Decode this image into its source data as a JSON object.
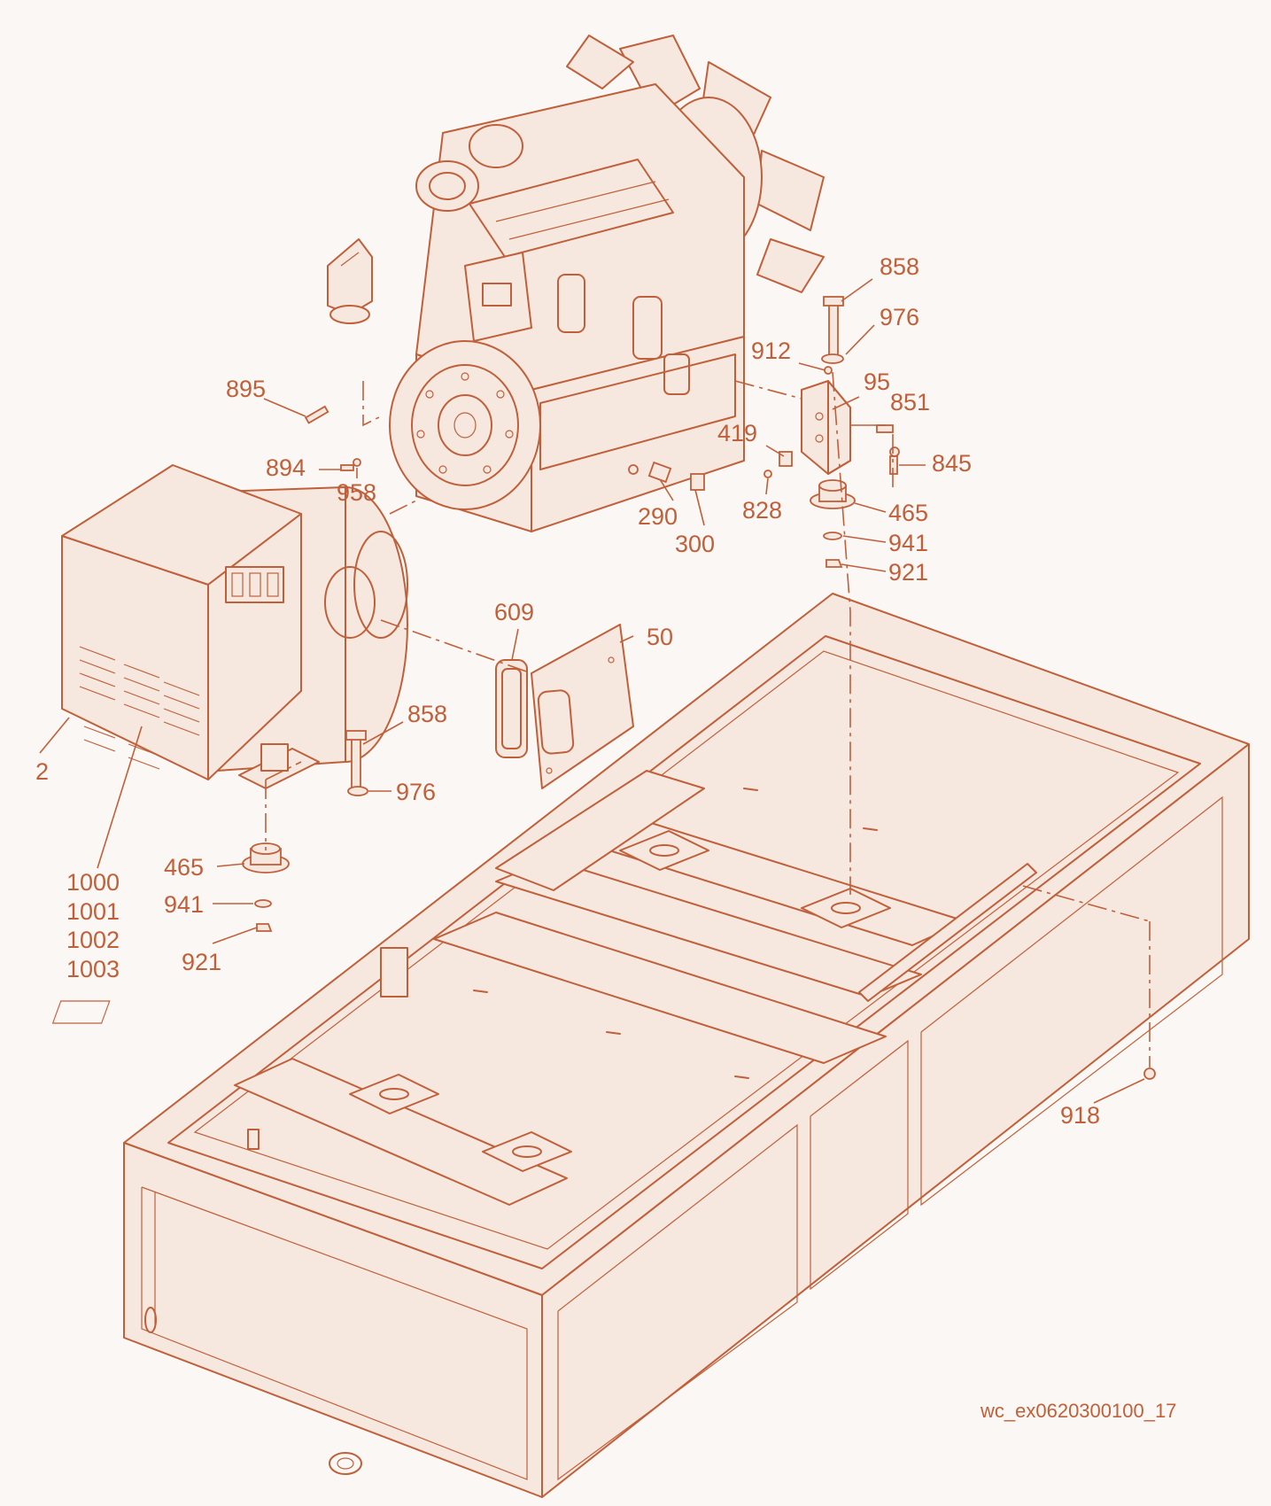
{
  "callouts": {
    "c858_top": "858",
    "c976_top": "976",
    "c912": "912",
    "c95": "95",
    "c851": "851",
    "c419": "419",
    "c845": "845",
    "c895": "895",
    "c894": "894",
    "c958": "958",
    "c290": "290",
    "c300": "300",
    "c828": "828",
    "c465_right": "465",
    "c941_right": "941",
    "c921_right": "921",
    "c609": "609",
    "c50": "50",
    "c858_mid": "858",
    "c976_mid": "976",
    "c2": "2",
    "c465_left": "465",
    "c941_left": "941",
    "c921_left": "921",
    "c1000": "1000",
    "c1001": "1001",
    "c1002": "1002",
    "c1003": "1003",
    "c918": "918"
  },
  "figure_code": "wc_ex0620300100_17",
  "colors": {
    "ink": "#c0603a",
    "paper": "#fbf7f4",
    "tint": "#f6e7df"
  }
}
